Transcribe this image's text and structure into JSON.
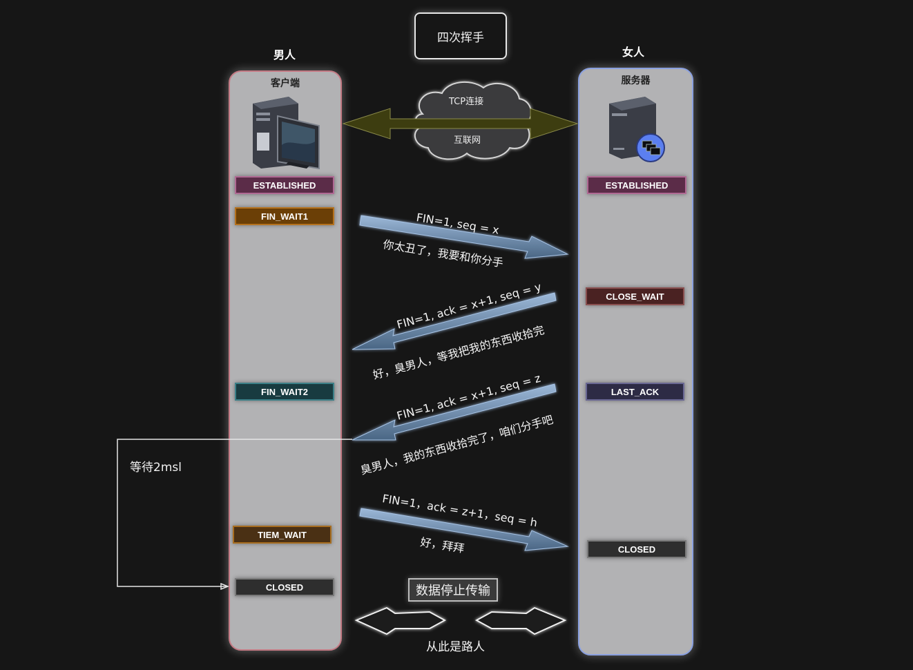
{
  "title": "四次挥手",
  "client": {
    "party": "男人",
    "role": "客户端"
  },
  "server": {
    "party": "女人",
    "role": "服务器"
  },
  "network": {
    "top": "TCP连接",
    "bottom": "互联网"
  },
  "client_states": [
    {
      "label": "ESTABLISHED",
      "bg": "#5b2c48",
      "border": "#b06a94"
    },
    {
      "label": "FIN_WAIT1",
      "bg": "#6b3f06",
      "border": "#b5721e"
    },
    {
      "label": "FIN_WAIT2",
      "bg": "#183b40",
      "border": "#3c8088"
    },
    {
      "label": "TIEM_WAIT",
      "bg": "#4a3014",
      "border": "#a86e20"
    },
    {
      "label": "CLOSED",
      "bg": "#2e2e2e",
      "border": "#7a7a7a"
    }
  ],
  "server_states": [
    {
      "label": "ESTABLISHED",
      "bg": "#5b2c48",
      "border": "#b06a94"
    },
    {
      "label": "CLOSE_WAIT",
      "bg": "#4a2222",
      "border": "#8a5050"
    },
    {
      "label": "LAST_ACK",
      "bg": "#2d2b45",
      "border": "#6a6894"
    },
    {
      "label": "CLOSED",
      "bg": "#2e2e2e",
      "border": "#7a7a7a"
    }
  ],
  "messages": [
    {
      "top": "FIN=1, seq = x",
      "bottom": "你太丑了，我要和你分手"
    },
    {
      "top": "FIN=1, ack = x+1, seq = y",
      "bottom": "好，臭男人，等我把我的东西收拾完"
    },
    {
      "top": "FIN=1, ack = x+1, seq = z",
      "bottom": "臭男人，我的东西收拾完了，咱们分手吧"
    },
    {
      "top": "FIN=1，ack = z+1，seq = h",
      "bottom": "好，拜拜"
    }
  ],
  "wait_label": "等待2msl",
  "stop_label": "数据停止传输",
  "stranger_label": "从此是路人"
}
